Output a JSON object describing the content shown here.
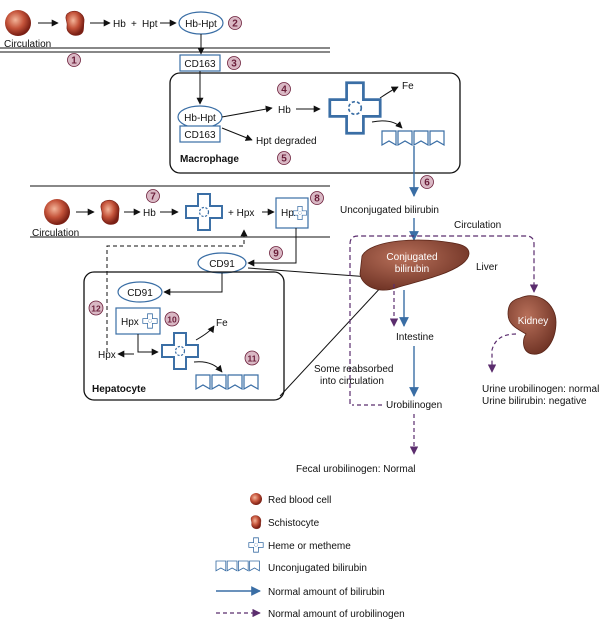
{
  "labels": {
    "circulation_top": "Circulation",
    "hb1": "Hb",
    "plus1": "+",
    "hpt1": "Hpt",
    "hbhpt_top": "Hb-Hpt",
    "cd163_top": "CD163",
    "hbhpt_mac": "Hb-Hpt",
    "cd163_mac": "CD163",
    "hb_mac": "Hb",
    "fe_mac": "Fe",
    "hpt_degraded": "Hpt degraded",
    "macrophage": "Macrophage",
    "unconj_bili": "Unconjugated bilirubin",
    "circulation_right": "Circulation",
    "circulation_mid": "Circulation",
    "hb2": "Hb",
    "plus2": "+ Hpx",
    "hpx_box": "Hpx",
    "cd91_out": "CD91",
    "cd91_in": "CD91",
    "hpx_in": "Hpx",
    "hpx_left": "Hpx",
    "fe_hep": "Fe",
    "hepatocyte": "Hepatocyte",
    "conj_bili_1": "Conjugated",
    "conj_bili_2": "bilirubin",
    "liver": "Liver",
    "kidney": "Kidney",
    "intestine": "Intestine",
    "reabs_1": "Some reabsorbed",
    "reabs_2": "into circulation",
    "urobilinogen": "Urobilinogen",
    "urine_1": "Urine urobilinogen: normal",
    "urine_2": "Urine bilirubin: negative",
    "fecal": "Fecal urobilinogen: Normal"
  },
  "steps": [
    "1",
    "2",
    "3",
    "4",
    "5",
    "6",
    "7",
    "8",
    "9",
    "10",
    "11",
    "12"
  ],
  "legend": [
    {
      "icon": "red-blood-cell-icon",
      "label": "Red blood cell"
    },
    {
      "icon": "schistocyte-icon",
      "label": "Schistocyte"
    },
    {
      "icon": "heme-icon",
      "label": "Heme or metheme"
    },
    {
      "icon": "unconjugated-bilirubin-icon",
      "label": "Unconjugated bilirubin"
    },
    {
      "icon": "solid-arrow-icon",
      "label": "Normal amount of bilirubin"
    },
    {
      "icon": "dashed-arrow-icon",
      "label": "Normal amount of urobilinogen"
    }
  ],
  "colors": {
    "blue": "#3a6ea5",
    "purple": "#5b2d6e",
    "organ": "#8b4a3a",
    "rbc": "#a33a2a",
    "step_badge": "#d9b8c4"
  }
}
